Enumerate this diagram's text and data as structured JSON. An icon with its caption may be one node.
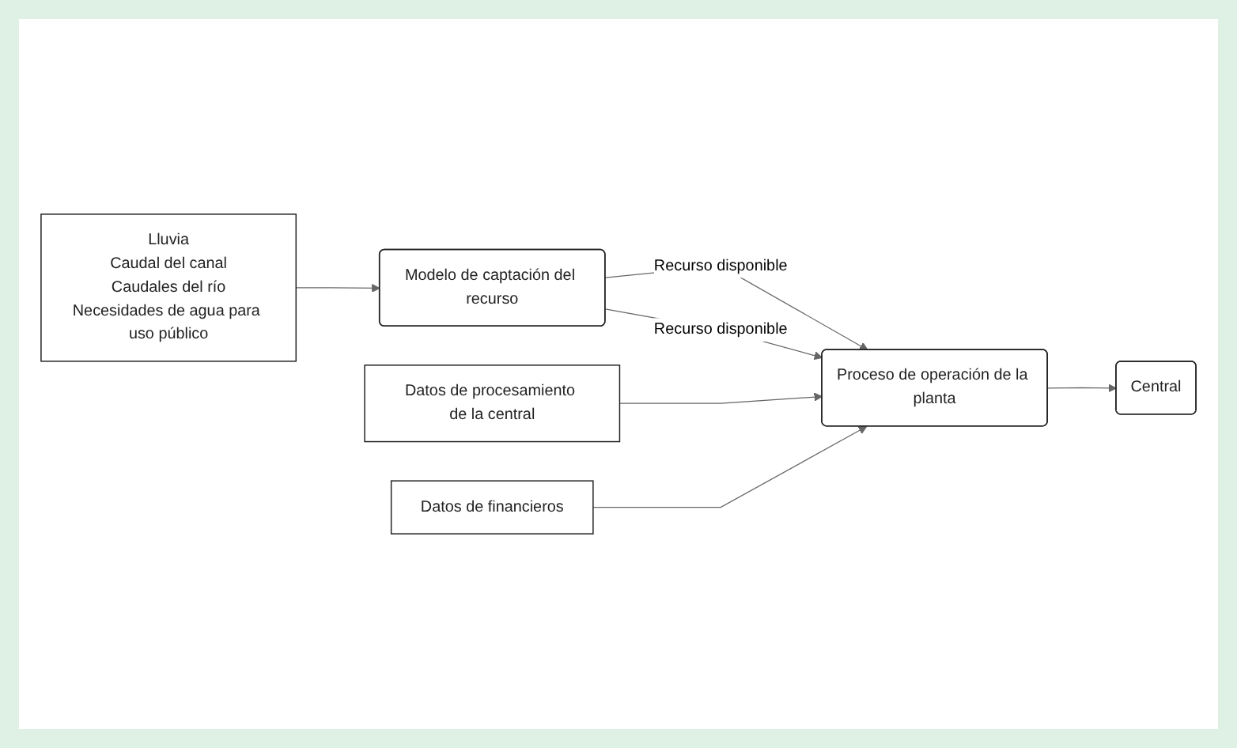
{
  "diagram": {
    "nodes": [
      {
        "text": [
          "Lluvia",
          "Caudal del canal",
          "Caudales del río",
          "Necesidades de agua para uso público"
        ]
      },
      {
        "text": [
          "Modelo de captación del recurso"
        ]
      },
      {
        "text": [
          "Datos de procesamiento de la central"
        ]
      },
      {
        "text": [
          "Proceso de operación de la planta"
        ]
      },
      {
        "text": [
          "Datos de financieros"
        ]
      },
      {
        "text": [
          "Central"
        ]
      }
    ],
    "edges": [
      {
        "from": 0,
        "to": 1,
        "arrow": "to"
      },
      {
        "from": 1,
        "to": 3,
        "arrow": "to",
        "label": "Recurso disponible"
      },
      {
        "from": 1,
        "to": 3,
        "arrow": "to",
        "label": "Recurso disponible"
      },
      {
        "from": 2,
        "to": 3,
        "arrow": "to"
      },
      {
        "from": 4,
        "to": 3,
        "arrow": "to"
      },
      {
        "from": 3,
        "to": 5,
        "arrow": "to"
      }
    ]
  }
}
